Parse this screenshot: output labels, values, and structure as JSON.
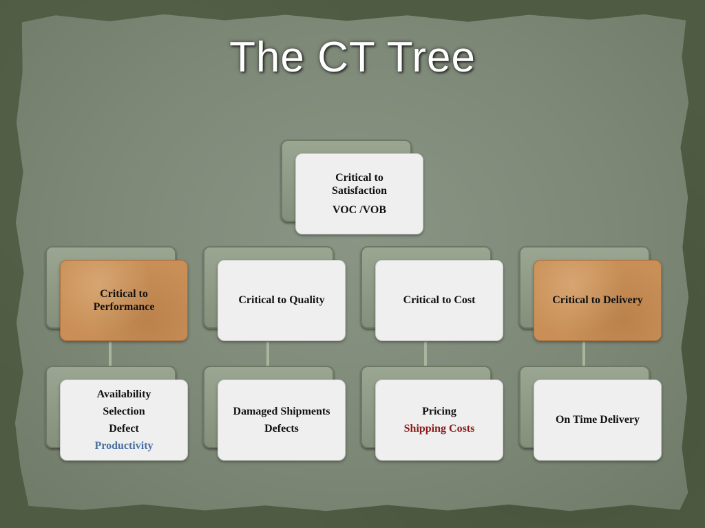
{
  "title": "The CT Tree",
  "colors": {
    "orange_box": "#c98f57",
    "white_box": "#eeefee",
    "productivity_text": "#4a6fa5",
    "shipping_costs_text": "#8b1a1a"
  },
  "root": {
    "line1": "Critical to",
    "line2": "Satisfaction",
    "line3": "VOC /VOB"
  },
  "level1": [
    {
      "label_line1": "Critical to",
      "label_line2": "Performance"
    },
    {
      "label": "Critical to Quality"
    },
    {
      "label": "Critical to Cost"
    },
    {
      "label": "Critical to Delivery"
    }
  ],
  "level2": {
    "performance": [
      "Availability",
      "Selection",
      "Defect",
      "Productivity"
    ],
    "quality": [
      "Damaged Shipments",
      "Defects"
    ],
    "cost": [
      "Pricing",
      "Shipping Costs"
    ],
    "delivery": [
      "On Time Delivery"
    ]
  }
}
